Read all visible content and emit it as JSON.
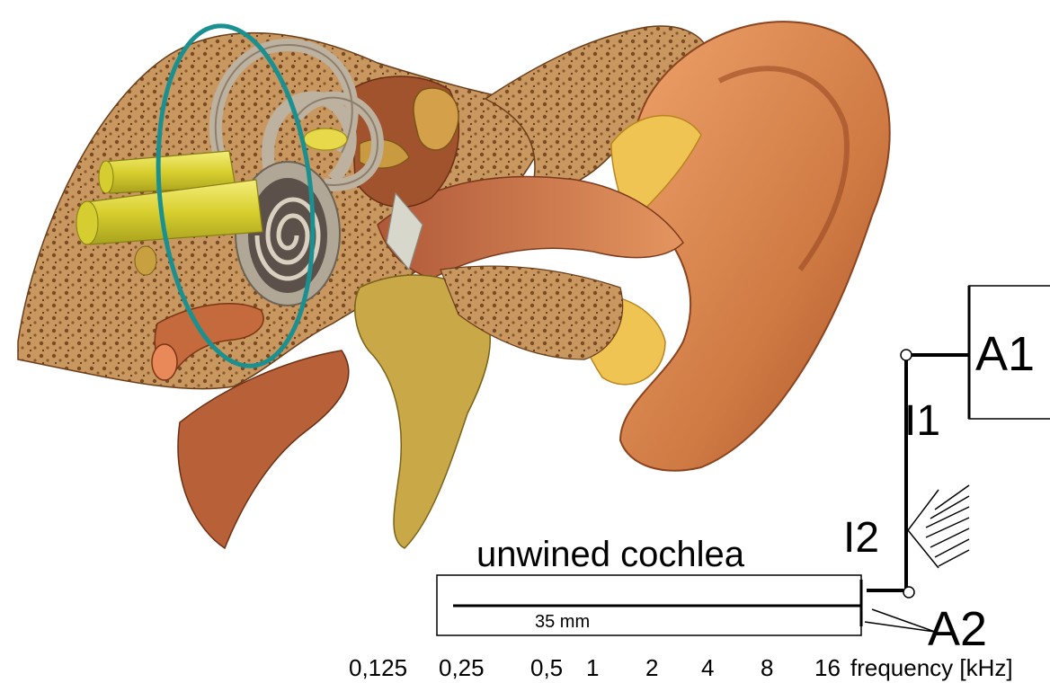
{
  "labels": {
    "a1": "A1",
    "i1": "I1",
    "i2": "I2",
    "a2": "A2",
    "cochlea_title": "unwined cochlea",
    "length": "35 mm",
    "axis_unit": "frequency [kHz]"
  },
  "frequency_ticks": [
    "0,125",
    "0,25",
    "0,5",
    "1",
    "2",
    "4",
    "8",
    "16"
  ],
  "colors": {
    "highlight_ellipse": "#1a9090",
    "ear_skin": "#d98a55",
    "bone": "#c9a06a",
    "nerve": "#e6e040"
  }
}
